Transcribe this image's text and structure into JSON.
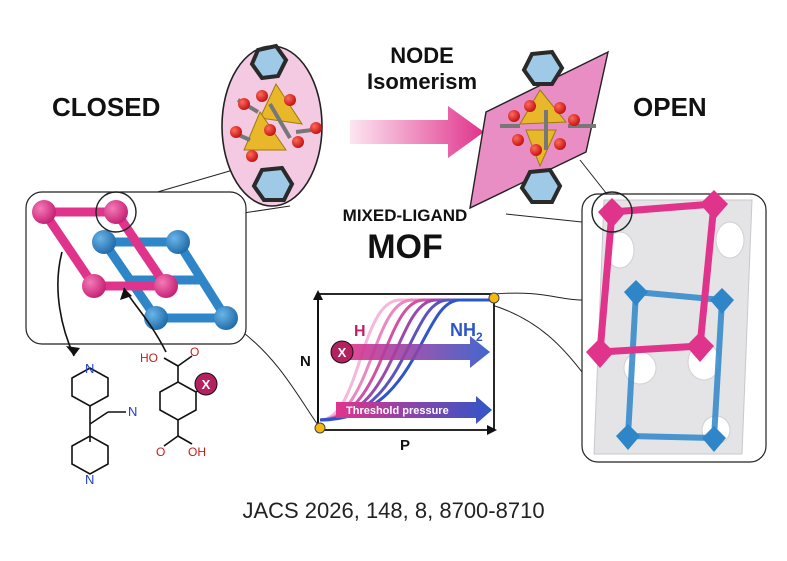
{
  "labels": {
    "closed": "CLOSED",
    "open": "OPEN",
    "node_line1": "NODE",
    "node_line2": "Isomerism",
    "mixed_ligand": "MIXED-LIGAND",
    "mof": "MOF",
    "citation": "JACS 2026, 148, 8, 8700-8710"
  },
  "isotherm": {
    "x_axis": "P",
    "y_axis": "N",
    "h_label": "H",
    "nh2_label": "NH",
    "nh2_sub": "2",
    "x_badge": "X",
    "threshold": "Threshold pressure"
  },
  "ligands": {
    "cn_label": "N",
    "pyridine_n": "N",
    "ho_label": "HO",
    "oh_label": "OH",
    "o_label": "O",
    "x_badge": "X"
  },
  "colors": {
    "magenta": "#e0348c",
    "blue": "#2e86c8",
    "pink_bg": "#f4c9e2",
    "yellow": "#e8b82a",
    "red_atom": "#e0201c",
    "gray_panel": "#e4e4e6"
  }
}
